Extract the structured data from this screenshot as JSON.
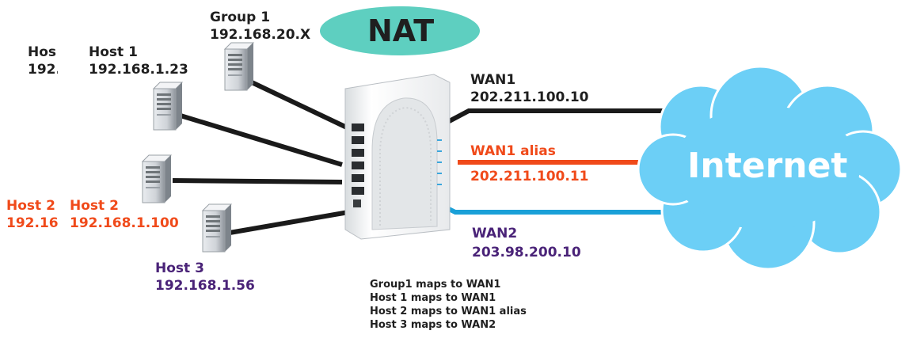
{
  "nat_label": "NAT",
  "internet_label": "Internet",
  "group1": {
    "title": "Group 1",
    "ip": "192.168.20.X"
  },
  "host_partial_1": {
    "title": "Hos",
    "ip": "192."
  },
  "host1": {
    "title": "Host 1",
    "ip": "192.168.1.23"
  },
  "host_partial_2": {
    "title": "Host 2",
    "ip": "192.16"
  },
  "host2": {
    "title": "Host 2",
    "ip": "192.168.1.100"
  },
  "host3": {
    "title": "Host 3",
    "ip": "192.168.1.56"
  },
  "wan1": {
    "title": "WAN1",
    "ip": "202.211.100.10"
  },
  "wan1_alias": {
    "title": "WAN1 alias",
    "ip": "202.211.100.11"
  },
  "wan2": {
    "title": "WAN2",
    "ip": "203.98.200.10"
  },
  "mappings": [
    "Group1 maps to WAN1",
    "Host 1 maps to WAN1",
    "Host 2 maps to WAN1 alias",
    "Host 3 maps to WAN2"
  ],
  "colors": {
    "nat_ellipse": "#5ecfc0",
    "cloud": "#6ccff6",
    "wan1_line": "#1a1a1a",
    "wan1_alias_line": "#f04a1a",
    "wan2_line": "#1aa0d8",
    "host2_text": "#f04a1a",
    "host3_text": "#4a2378"
  }
}
